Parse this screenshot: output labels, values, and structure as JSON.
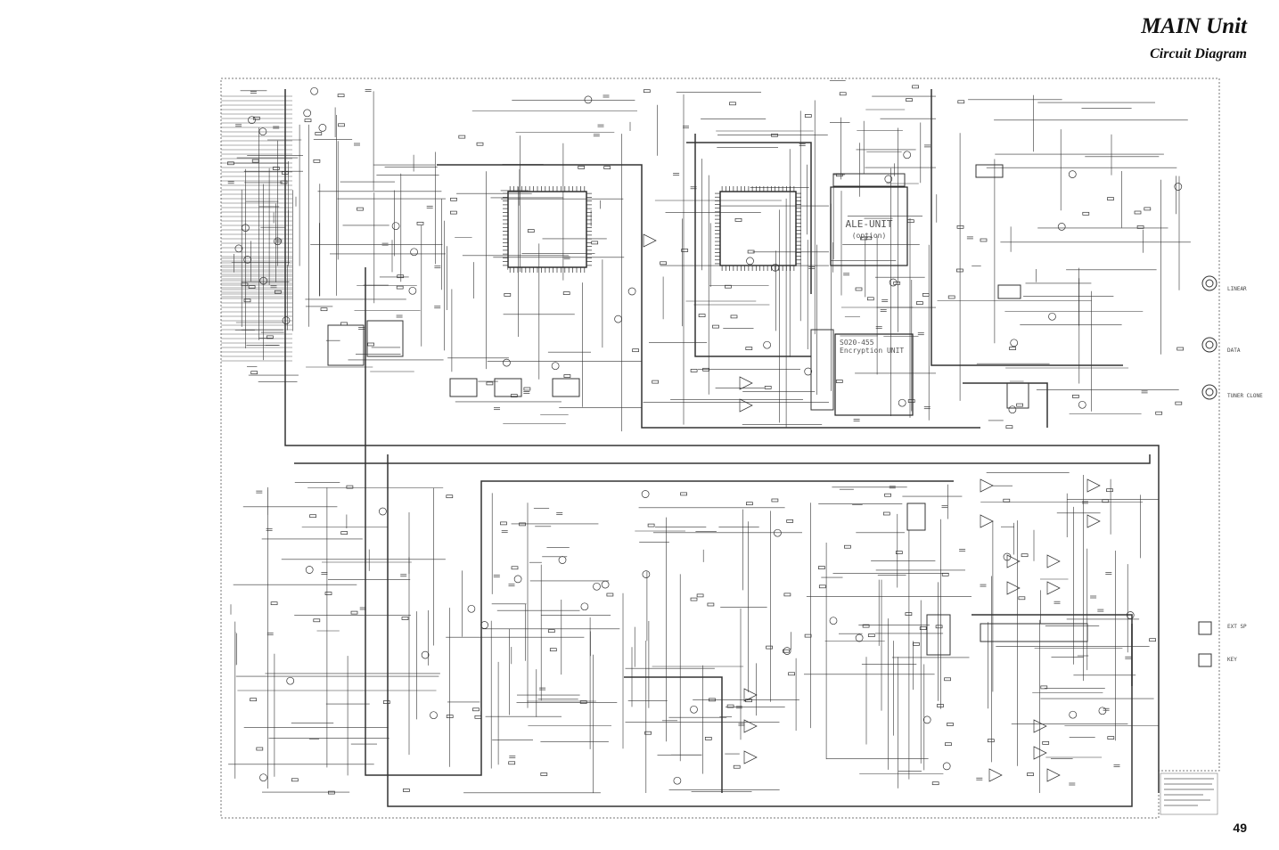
{
  "header": {
    "title": "MAIN Unit",
    "subtitle": "Circuit Diagram"
  },
  "page_number": "49",
  "modules": {
    "ale_unit": {
      "line1": "ALE-UNIT",
      "line2": "(option)"
    },
    "encryption_unit": {
      "line1": "SO20-455",
      "line2": "Encryption UNIT"
    }
  },
  "connectors": {
    "linear": "LINEAR",
    "data": "DATA",
    "tuner_clone": "TUNER CLONE",
    "ext_sp": "EXT SP",
    "key": "KEY"
  }
}
